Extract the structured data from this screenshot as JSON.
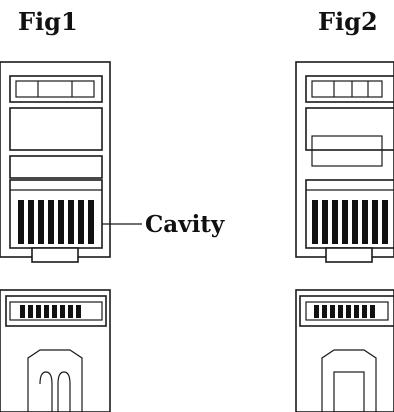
{
  "figures": [
    {
      "title": "Fig1"
    },
    {
      "title": "Fig2"
    }
  ],
  "callout": {
    "label": "Cavity"
  },
  "colors": {
    "ink": "#111111",
    "background": "#ffffff"
  }
}
